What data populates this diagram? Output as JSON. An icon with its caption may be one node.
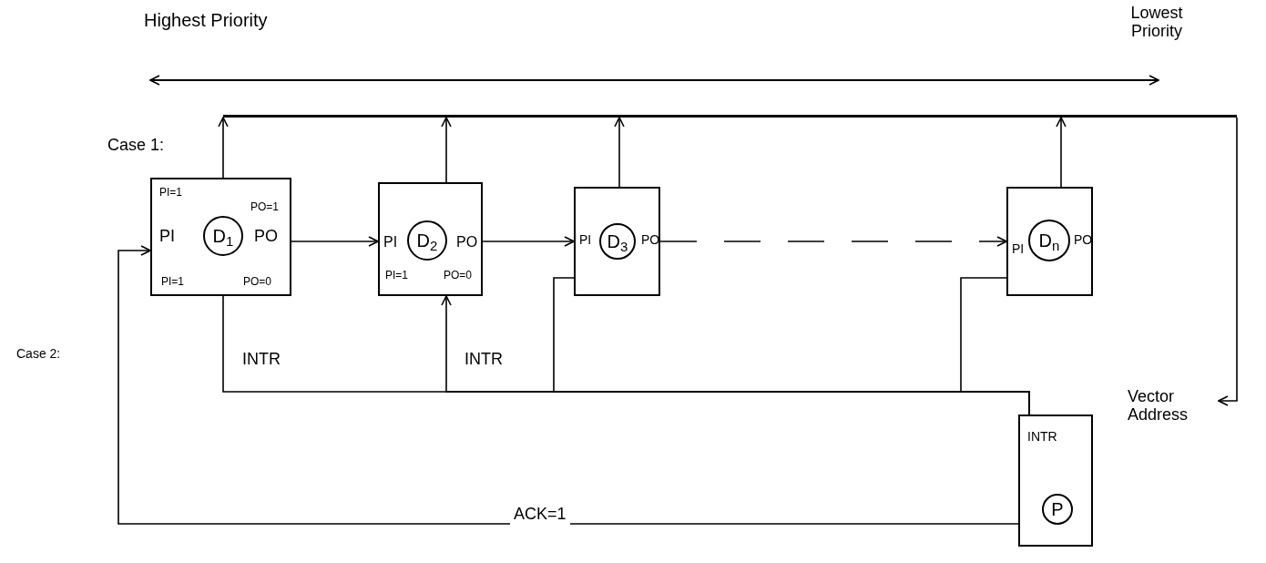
{
  "diagram": {
    "nodes": [
      {
        "text": [
          "PI=1",
          "PO=1",
          "PI",
          "PO",
          "PI=1",
          "PO=0"
        ]
      },
      {
        "text": [
          "D$_{1}$"
        ],
        "in": 0
      },
      {
        "text": [
          "PI",
          "PO",
          "PI=1",
          "PO=0"
        ]
      },
      {
        "text": [
          "D$_{2}$"
        ],
        "in": 2
      },
      {
        "text": [
          "PI",
          "PO"
        ]
      },
      {
        "text": [
          "D$_{3}$"
        ],
        "in": 4
      },
      {
        "text": [
          "PI",
          "PO"
        ]
      },
      {
        "text": [
          "D$_{n}$"
        ],
        "in": 6
      },
      {
        "text": [
          "INTR"
        ]
      },
      {
        "text": [
          "P"
        ],
        "in": 8
      },
      {
        "text": [],
        "shape": "bar"
      },
      {
        "text": [
          "Vector Address"
        ]
      }
    ],
    "edges": [
      {
        "from": 0,
        "to": 10,
        "arrow": "to"
      },
      {
        "from": 2,
        "to": 10,
        "arrow": "to"
      },
      {
        "from": 4,
        "to": 10,
        "arrow": "to"
      },
      {
        "from": 6,
        "to": 10,
        "arrow": "to"
      },
      {
        "from": 0,
        "to": 2,
        "arrow": "to"
      },
      {
        "from": 2,
        "to": 4,
        "arrow": "to"
      },
      {
        "from": 4,
        "to": 6,
        "arrow": "to",
        "style": "dashed"
      },
      {
        "from": 10,
        "to": 11,
        "arrow": "to"
      },
      {
        "from": 8,
        "to": 0,
        "arrow": "to",
        "label": "ACK=1"
      },
      {
        "from": 0,
        "to": 8,
        "arrow": "none",
        "label": "INTR"
      },
      {
        "from": 8,
        "to": 2,
        "arrow": "to",
        "label": "INTR"
      },
      {
        "from": 4,
        "to": 8,
        "arrow": "none"
      },
      {
        "from": 6,
        "to": 8,
        "arrow": "none"
      }
    ],
    "labels": [
      "Highest Priority",
      "Lowest Priority",
      "Case 1:",
      "Case 2:"
    ]
  }
}
